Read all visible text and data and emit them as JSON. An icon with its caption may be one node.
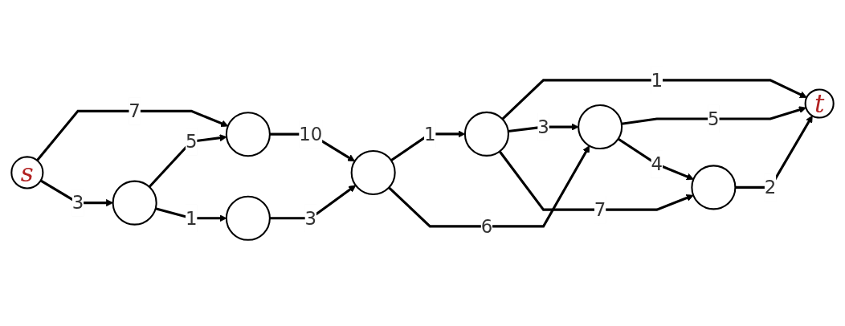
{
  "diagram": {
    "nodes": [
      {
        "text": [
          "s"
        ]
      },
      {
        "text": [],
        "shape": "circle"
      },
      {
        "text": [],
        "shape": "circle"
      },
      {
        "text": [],
        "shape": "circle"
      },
      {
        "text": [
          "t"
        ]
      },
      {
        "text": [],
        "shape": "circle"
      },
      {
        "text": [],
        "shape": "circle"
      },
      {
        "text": [],
        "shape": "circle"
      },
      {
        "text": [],
        "shape": "circle"
      }
    ],
    "edges": [
      {
        "from": 0,
        "to": 1,
        "arrow": "to",
        "label": "7"
      },
      {
        "from": 1,
        "to": 2,
        "arrow": "to",
        "label": "10"
      },
      {
        "from": 2,
        "to": 3,
        "arrow": "to",
        "label": "1"
      },
      {
        "from": 3,
        "to": 4,
        "arrow": "to",
        "label": "1"
      },
      {
        "from": 0,
        "to": 5,
        "arrow": "to",
        "label": "3"
      },
      {
        "from": 5,
        "to": 1,
        "arrow": "to",
        "label": "5"
      },
      {
        "from": 5,
        "to": 6,
        "arrow": "to",
        "label": "1"
      },
      {
        "from": 6,
        "to": 2,
        "arrow": "to",
        "label": "3"
      },
      {
        "from": 2,
        "to": 7,
        "arrow": "to",
        "label": "6"
      },
      {
        "from": 3,
        "to": 7,
        "arrow": "to",
        "label": "3"
      },
      {
        "from": 3,
        "to": 8,
        "arrow": "to",
        "label": "7"
      },
      {
        "from": 7,
        "to": 4,
        "arrow": "to",
        "label": "5"
      },
      {
        "from": 7,
        "to": 8,
        "arrow": "to",
        "label": "4"
      },
      {
        "from": 8,
        "to": 4,
        "arrow": "to",
        "label": "2"
      }
    ]
  }
}
